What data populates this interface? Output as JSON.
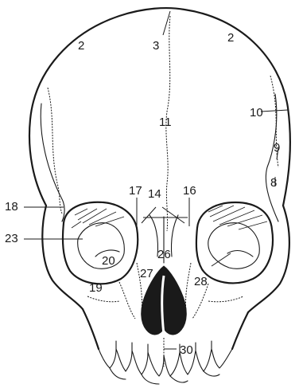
{
  "labels": {
    "l2a": "2",
    "l3": "3",
    "l2b": "2",
    "l10": "10",
    "l11": "11",
    "l9": "9",
    "l8": "8",
    "l17": "17",
    "l14": "14",
    "l16": "16",
    "l18": "18",
    "l23": "23",
    "l26": "26",
    "l20": "20",
    "l27": "27",
    "l28": "28",
    "l19": "19",
    "l30": "30"
  }
}
